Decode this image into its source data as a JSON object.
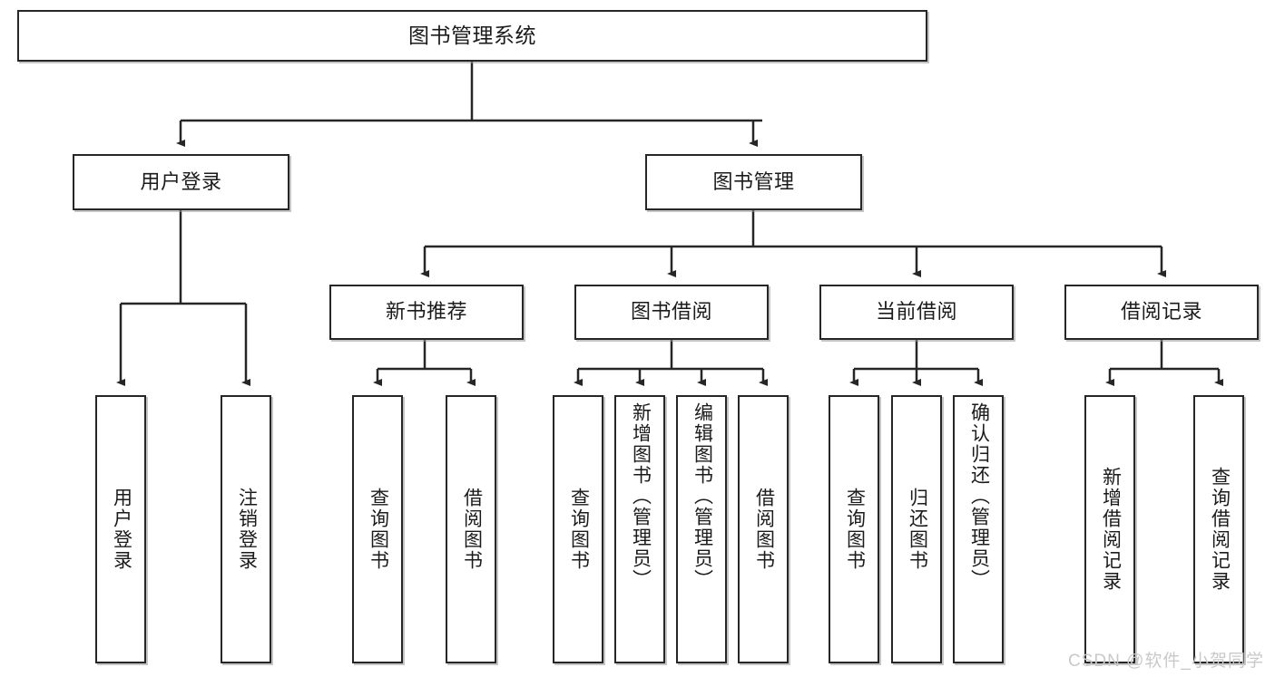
{
  "diagram": {
    "title": "图书管理系统",
    "type": "tree",
    "watermark": "CSDN @软件_小贺同学",
    "colors": {
      "stroke": "#262626",
      "fill": "#ffffff",
      "shadow": "#969696",
      "watermark": "#c9c9c9"
    },
    "nodes": {
      "root": {
        "label": "图书管理系统"
      },
      "l1": [
        {
          "label": "用户登录"
        },
        {
          "label": "图书管理"
        }
      ],
      "l2": [
        {
          "label": "新书推荐"
        },
        {
          "label": "图书借阅"
        },
        {
          "label": "当前借阅"
        },
        {
          "label": "借阅记录"
        }
      ],
      "leaves": {
        "user_login": [
          {
            "label": "用户登录"
          },
          {
            "label": "注销登录"
          }
        ],
        "new_books": [
          {
            "label": "查询图书"
          },
          {
            "label": "借阅图书"
          }
        ],
        "book_borrow": [
          {
            "label": "查询图书"
          },
          {
            "label": "新增图书（管理员）"
          },
          {
            "label": "编辑图书（管理员）"
          },
          {
            "label": "借阅图书"
          }
        ],
        "current_borrow": [
          {
            "label": "查询图书"
          },
          {
            "label": "归还图书"
          },
          {
            "label": "确认归还（管理员）"
          }
        ],
        "borrow_records": [
          {
            "label": "新增借阅记录"
          },
          {
            "label": "查询借阅记录"
          }
        ]
      }
    }
  }
}
